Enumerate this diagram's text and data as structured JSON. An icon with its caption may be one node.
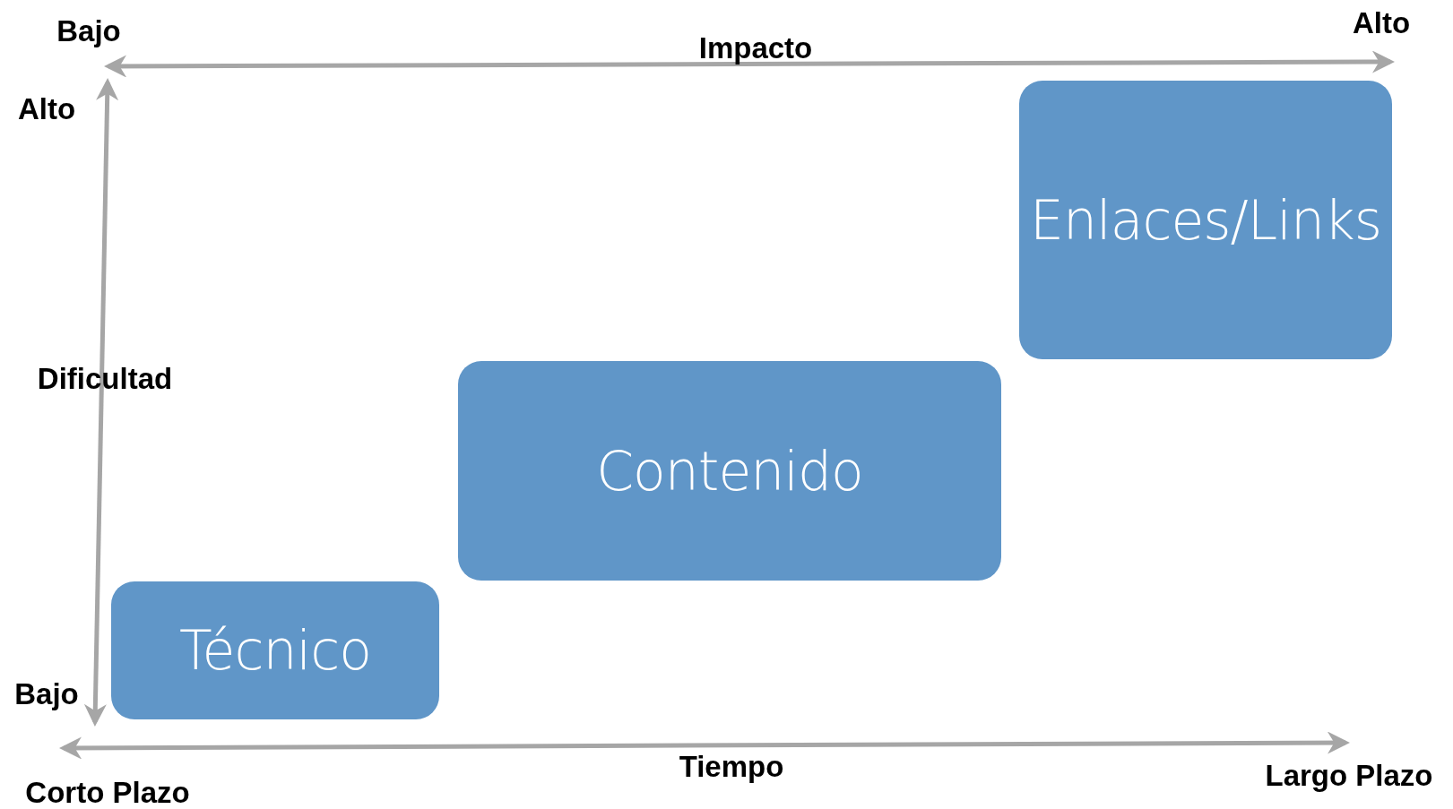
{
  "diagram": {
    "nodes": [
      {
        "text": [
          "Enlaces/Links"
        ]
      },
      {
        "text": [
          "Contenido"
        ]
      },
      {
        "text": [
          "Técnico"
        ]
      }
    ],
    "labels": [
      "Alto",
      "Bajo",
      "Impacto",
      "Alto",
      "Dificultad",
      "Bajo",
      "Tiempo",
      "Corto Plazo",
      "Largo Plazo"
    ]
  }
}
